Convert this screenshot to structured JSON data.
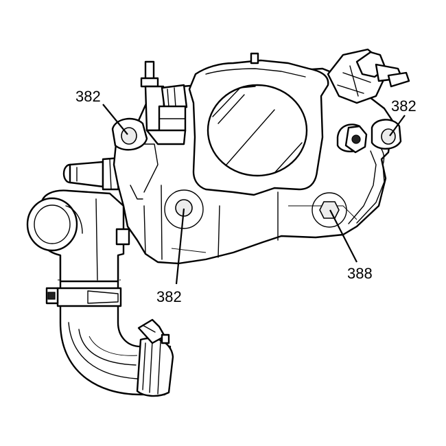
{
  "callouts": [
    {
      "id": "c1",
      "label": "382"
    },
    {
      "id": "c2",
      "label": "382"
    },
    {
      "id": "c3",
      "label": "382"
    },
    {
      "id": "c4",
      "label": "388"
    }
  ]
}
